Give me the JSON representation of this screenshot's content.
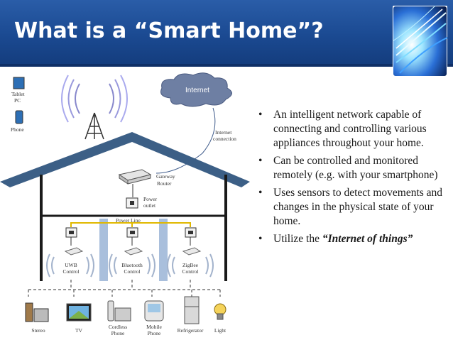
{
  "slide": {
    "title": "What is a “Smart Home”?",
    "bullets": [
      {
        "text": "An intelligent network capable of connecting and controlling various appliances throughout your home."
      },
      {
        "text": "Can be controlled and monitored remotely (e.g. with your smartphone)"
      },
      {
        "text": "Uses sensors to detect movements and changes in the physical state of your home."
      },
      {
        "text_prefix": "Utilize the ",
        "emphasis": "“Internet of things”"
      }
    ],
    "bullet_symbol": "•"
  },
  "diagram": {
    "cloud_label": "Internet",
    "internet_connection_lines": [
      "Internet",
      "connection"
    ],
    "tablet_lines": [
      "Tablet",
      "PC"
    ],
    "phone_label": "Phone",
    "gateway_lines": [
      "Gateway",
      "Router"
    ],
    "power_outlet_lines": [
      "Power",
      "outlet"
    ],
    "power_line_label": "Power Line",
    "controls": [
      {
        "lines": [
          "UWB",
          "Control"
        ]
      },
      {
        "lines": [
          "Bluetooth",
          "Control"
        ]
      },
      {
        "lines": [
          "ZigBee",
          "Control"
        ]
      }
    ],
    "appliances": [
      {
        "lines": [
          "Stereo"
        ]
      },
      {
        "lines": [
          "TV"
        ]
      },
      {
        "lines": [
          "Cordless",
          "Phone"
        ]
      },
      {
        "lines": [
          "Mobile",
          "Phone"
        ]
      },
      {
        "lines": [
          "Refrigerator"
        ]
      },
      {
        "lines": [
          "Light"
        ]
      }
    ]
  },
  "colors": {
    "header": "#1b4a92",
    "roof": "#3c5f86",
    "pillar": "#a9bfdc",
    "cloud": "#6e7fa3"
  }
}
